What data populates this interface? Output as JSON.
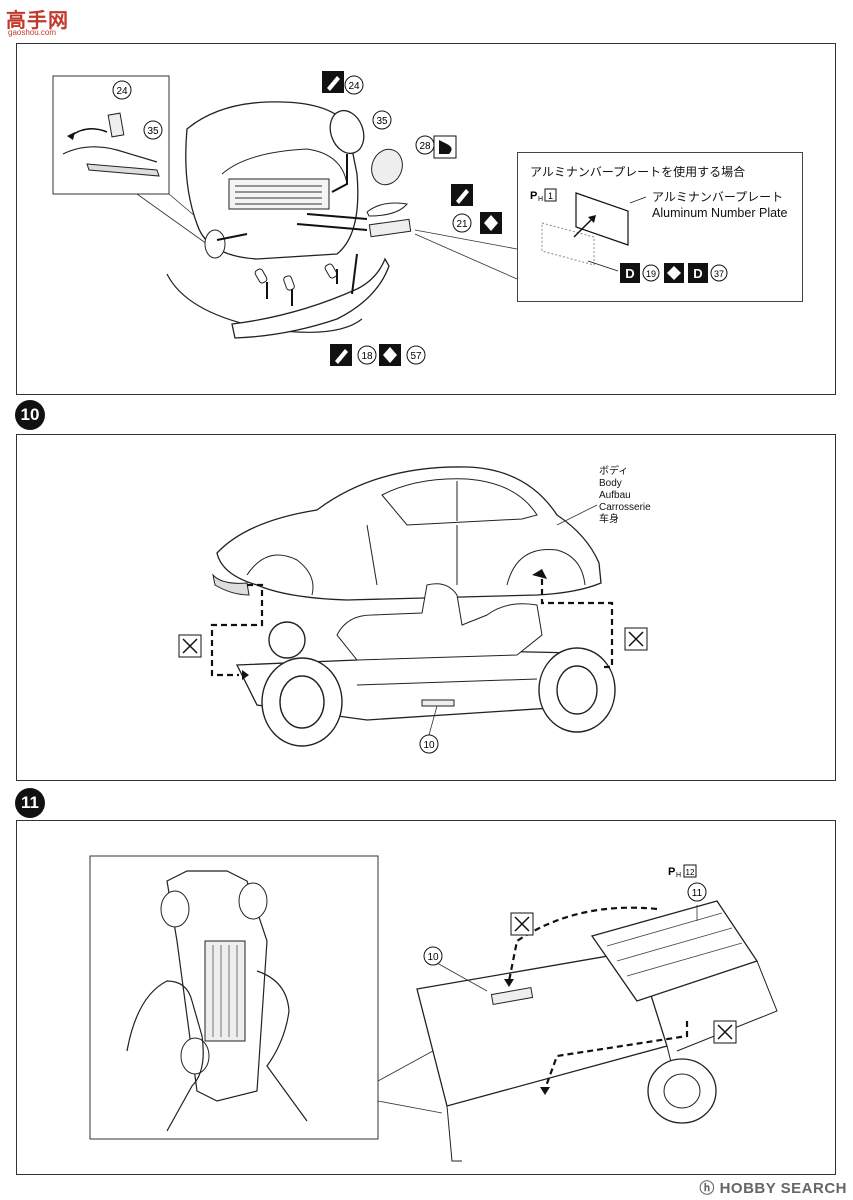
{
  "watermark_top": {
    "logo": "高手网",
    "sub": "gaoshou.com"
  },
  "watermark_bottom": "ⓗ HOBBY SEARCH",
  "step9": {
    "part_labels": [
      "24",
      "35",
      "24",
      "35",
      "28",
      "21",
      "18",
      "57"
    ],
    "callout": {
      "title": "アルミナンバープレートを使用する場合",
      "part_ref": "1",
      "plate_label_jp": "アルミナンバープレート",
      "plate_label_en": "Aluminum Number Plate",
      "paint_refs": [
        "19",
        "37"
      ],
      "paint_code": "D"
    }
  },
  "step10": {
    "number": "10",
    "body_labels": [
      "ボディ",
      "Body",
      "Aufbau",
      "Carrosserie",
      "车身"
    ],
    "part_label": "10"
  },
  "step11": {
    "number": "11",
    "part_labels": [
      "10",
      "11"
    ],
    "part_ref": "12"
  }
}
